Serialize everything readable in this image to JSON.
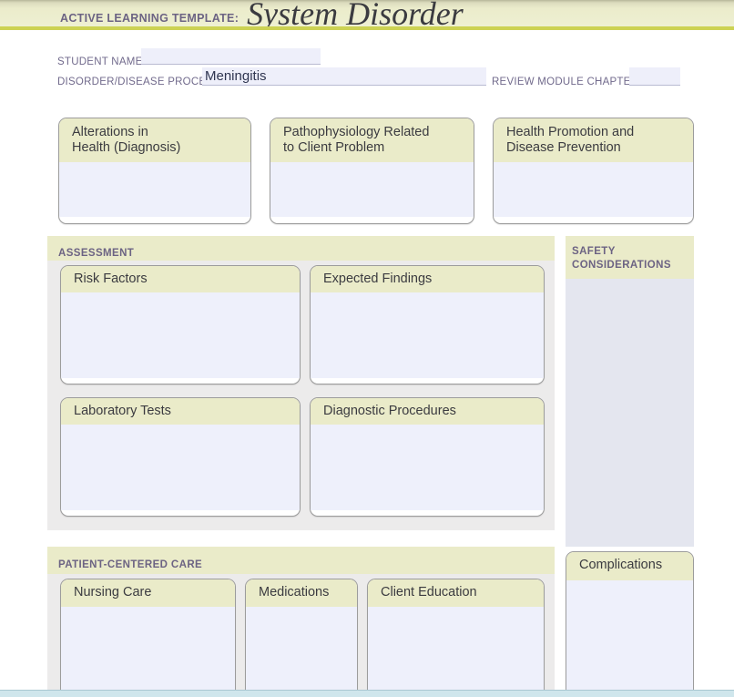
{
  "header": {
    "eyebrow": "ACTIVE LEARNING TEMPLATE:",
    "title": "System Disorder",
    "band_color": "#eef0d2",
    "band_border_color": "#ccd253"
  },
  "form": {
    "student_name": {
      "label": "STUDENT NAME",
      "value": ""
    },
    "disorder": {
      "label": "DISORDER/DISEASE PROCESS",
      "value": "Meningitis"
    },
    "review_module_chapter": {
      "label": "REVIEW MODULE CHAPTER",
      "value": ""
    },
    "fill_color": "#eeeffa"
  },
  "top_row": [
    {
      "title": "Alterations in\nHealth (Diagnosis)",
      "line1": "Alterations in",
      "line2": "Health (Diagnosis)",
      "content": ""
    },
    {
      "title": "Pathophysiology Related\nto Client Problem",
      "line1": "Pathophysiology Related",
      "line2": "to Client Problem",
      "content": ""
    },
    {
      "title": "Health Promotion and\nDisease Prevention",
      "line1": "Health Promotion and",
      "line2": "Disease Prevention",
      "content": ""
    }
  ],
  "assessment": {
    "title": "ASSESSMENT",
    "cards": [
      {
        "title": "Risk Factors",
        "content": ""
      },
      {
        "title": "Expected Findings",
        "content": ""
      },
      {
        "title": "Laboratory Tests",
        "content": ""
      },
      {
        "title": "Diagnostic Procedures",
        "content": ""
      }
    ]
  },
  "safety": {
    "line1": "SAFETY",
    "line2": "CONSIDERATIONS",
    "title": "SAFETY CONSIDERATIONS",
    "content": ""
  },
  "patient_centered_care": {
    "title": "PATIENT-CENTERED CARE",
    "cards": [
      {
        "title": "Nursing Care",
        "content": ""
      },
      {
        "title": "Medications",
        "content": ""
      },
      {
        "title": "Client Education",
        "content": ""
      }
    ]
  },
  "complications": {
    "title": "Complications",
    "content": ""
  },
  "colors": {
    "khaki_header": "#eaebc9",
    "card_body": "#eef0fb",
    "panel_gray": "#ecebeb",
    "safety_fill": "#e4e6ef",
    "label_purple": "#716a8c",
    "bottom_bar": "#cfe6ec"
  }
}
